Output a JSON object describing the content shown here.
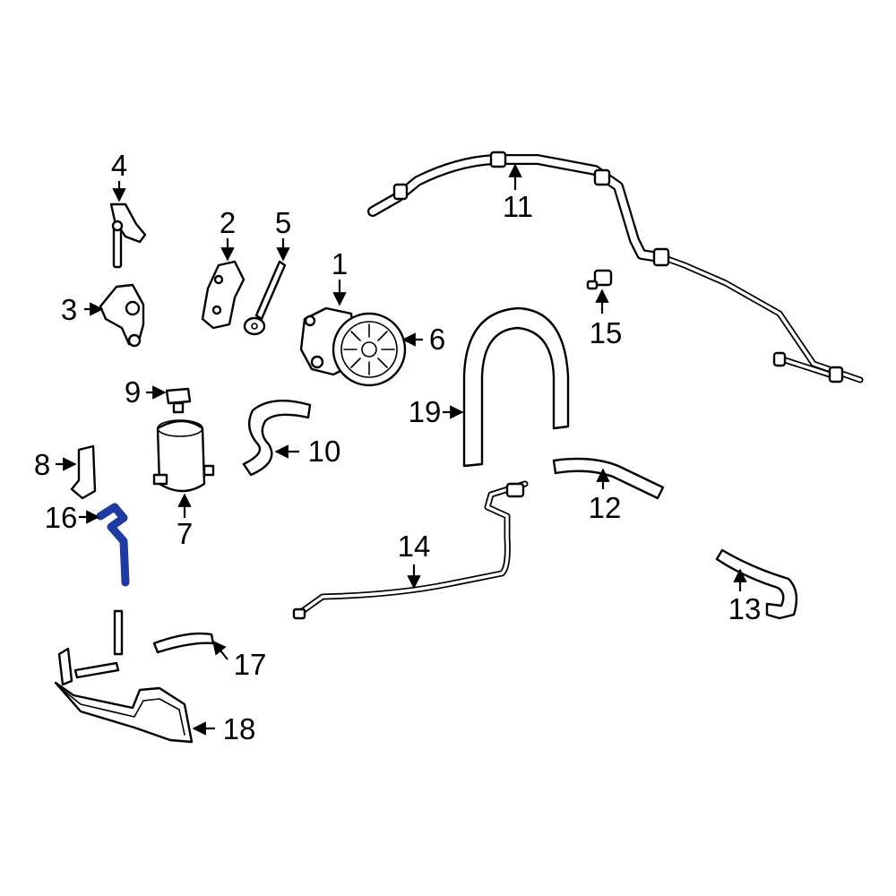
{
  "colors": {
    "line": "#000000",
    "highlight": "#1f3aa0",
    "background": "#ffffff"
  },
  "callouts": [
    {
      "id": "1",
      "label": "1"
    },
    {
      "id": "2",
      "label": "2"
    },
    {
      "id": "3",
      "label": "3"
    },
    {
      "id": "4",
      "label": "4"
    },
    {
      "id": "5",
      "label": "5"
    },
    {
      "id": "6",
      "label": "6"
    },
    {
      "id": "7",
      "label": "7"
    },
    {
      "id": "8",
      "label": "8"
    },
    {
      "id": "9",
      "label": "9"
    },
    {
      "id": "10",
      "label": "10"
    },
    {
      "id": "11",
      "label": "11"
    },
    {
      "id": "12",
      "label": "12"
    },
    {
      "id": "13",
      "label": "13"
    },
    {
      "id": "14",
      "label": "14"
    },
    {
      "id": "15",
      "label": "15"
    },
    {
      "id": "16",
      "label": "16",
      "highlighted": true
    },
    {
      "id": "17",
      "label": "17"
    },
    {
      "id": "18",
      "label": "18"
    },
    {
      "id": "19",
      "label": "19"
    }
  ]
}
